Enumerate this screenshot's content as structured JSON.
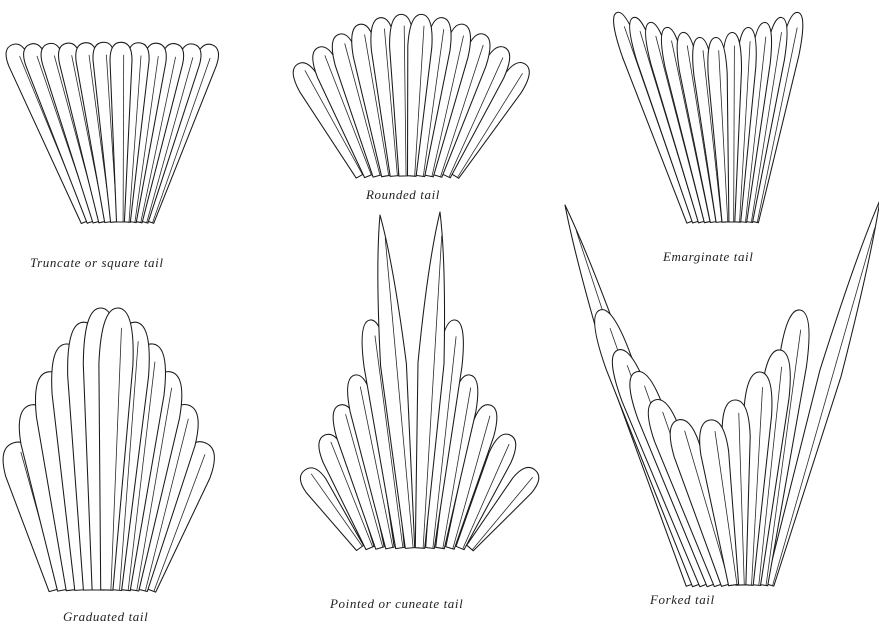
{
  "figures": [
    {
      "id": "truncate",
      "caption": "Truncate or square tail"
    },
    {
      "id": "rounded",
      "caption": "Rounded tail"
    },
    {
      "id": "emarginate",
      "caption": "Emarginate tail"
    },
    {
      "id": "graduated",
      "caption": "Graduated tail"
    },
    {
      "id": "pointed",
      "caption": "Pointed or cuneate tail"
    },
    {
      "id": "forked",
      "caption": "Forked tail"
    }
  ],
  "colors": {
    "ink": "#1a1a1a",
    "paper": "#ffffff"
  }
}
